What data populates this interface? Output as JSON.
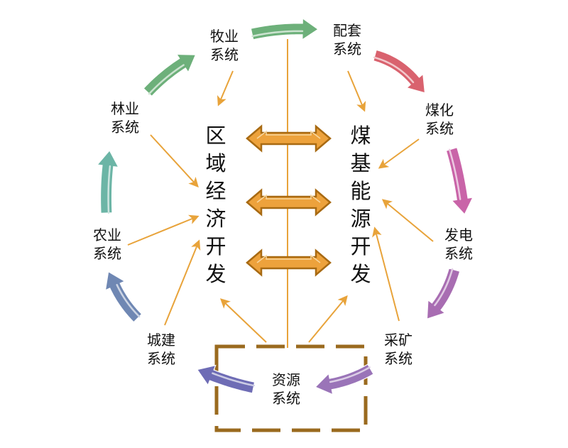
{
  "diagram": {
    "center_left": "区域经济开发",
    "center_right": "煤基能源开发",
    "nodes": {
      "animal_husbandry": "牧业\n系统",
      "supporting": "配套\n系统",
      "forestry": "林业\n系统",
      "coal_chemical": "煤化\n系统",
      "agriculture": "农业\n系统",
      "power": "发电\n系统",
      "urban_construction": "城建\n系统",
      "mining": "采矿\n系统",
      "resources": "资源\n系统"
    },
    "colors": {
      "thin_arrow": "#E8A33A",
      "double_arrow_fill": "#EDA23C",
      "double_arrow_edge": "#A86A12",
      "dashed_box": "#9A6A1E",
      "ring_green": "#6DB07A",
      "ring_teal": "#6CB5A6",
      "ring_blue": "#6F87B3",
      "ring_indigo": "#6E6CB5",
      "ring_purple": "#9A74B8",
      "ring_violet": "#A86DB2",
      "ring_magenta": "#C964A8",
      "ring_red": "#D9626E"
    }
  }
}
